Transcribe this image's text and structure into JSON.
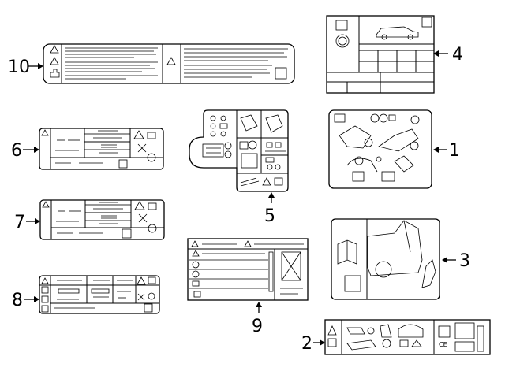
{
  "diagram": {
    "callouts": [
      {
        "id": "1",
        "text": "1"
      },
      {
        "id": "2",
        "text": "2"
      },
      {
        "id": "3",
        "text": "3"
      },
      {
        "id": "4",
        "text": "4"
      },
      {
        "id": "5",
        "text": "5"
      },
      {
        "id": "6",
        "text": "6"
      },
      {
        "id": "7",
        "text": "7"
      },
      {
        "id": "8",
        "text": "8"
      },
      {
        "id": "9",
        "text": "9"
      },
      {
        "id": "10",
        "text": "10"
      }
    ],
    "label2_ce_mark": "CE"
  }
}
